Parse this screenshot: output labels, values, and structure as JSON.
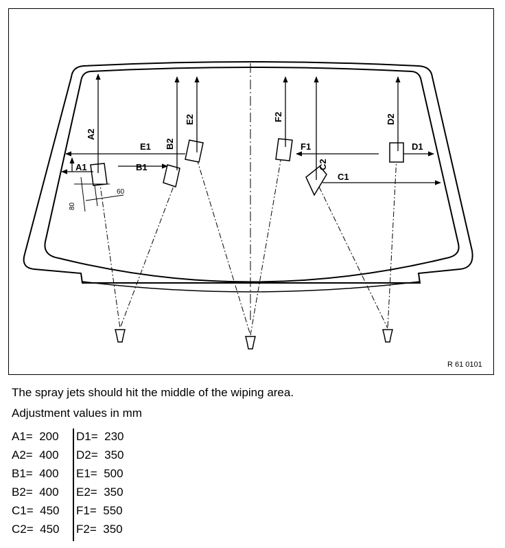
{
  "diagram": {
    "labels": {
      "A1": "A1",
      "A2": "A2",
      "B1": "B1",
      "B2": "B2",
      "C1": "C1",
      "C2": "C2",
      "D1": "D1",
      "D2": "D2",
      "E1": "E1",
      "E2": "E2",
      "F1": "F1",
      "F2": "F2",
      "dim_60": "60",
      "dim_80": "80"
    },
    "reference": "R 61 0101"
  },
  "caption": {
    "line1": "The spray jets should hit the middle of the wiping area.",
    "line2": "Adjustment values in mm"
  },
  "values": {
    "left": [
      {
        "key": "A1=",
        "val": "200"
      },
      {
        "key": "A2=",
        "val": "400"
      },
      {
        "key": "B1=",
        "val": "400"
      },
      {
        "key": "B2=",
        "val": "400"
      },
      {
        "key": "C1=",
        "val": "450"
      },
      {
        "key": "C2=",
        "val": "450"
      }
    ],
    "right": [
      {
        "key": "D1=",
        "val": "230"
      },
      {
        "key": "D2=",
        "val": "350"
      },
      {
        "key": "E1=",
        "val": "500"
      },
      {
        "key": "E2=",
        "val": "350"
      },
      {
        "key": "F1=",
        "val": "550"
      },
      {
        "key": "F2=",
        "val": "350"
      }
    ]
  }
}
